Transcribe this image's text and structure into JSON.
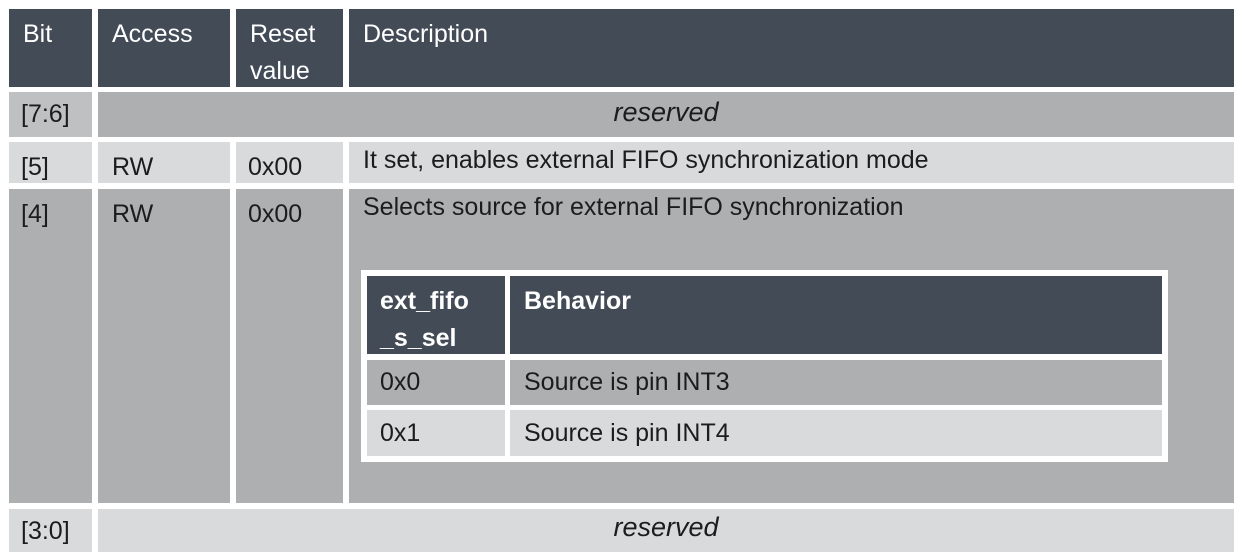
{
  "header": {
    "bit": "Bit",
    "access": "Access",
    "reset_line1": "Reset",
    "reset_line2": "value",
    "description": "Description"
  },
  "rows": [
    {
      "bit": "[7:6]",
      "description": "reserved"
    },
    {
      "bit": "[5]",
      "access": "RW",
      "reset": "0x00",
      "description": "It set, enables external FIFO synchronization mode"
    },
    {
      "bit": "[4]",
      "access": "RW",
      "reset": "0x00",
      "description": "Selects source for external FIFO synchronization"
    },
    {
      "bit": "[3:0]",
      "description": "reserved"
    }
  ],
  "inner_table": {
    "header_field_line1": "ext_fifo",
    "header_field_line2": "_s_sel",
    "header_behavior": "Behavior",
    "rows": [
      {
        "value": "0x0",
        "behavior": "Source is pin INT3"
      },
      {
        "value": "0x1",
        "behavior": "Source is pin INT4"
      }
    ]
  }
}
